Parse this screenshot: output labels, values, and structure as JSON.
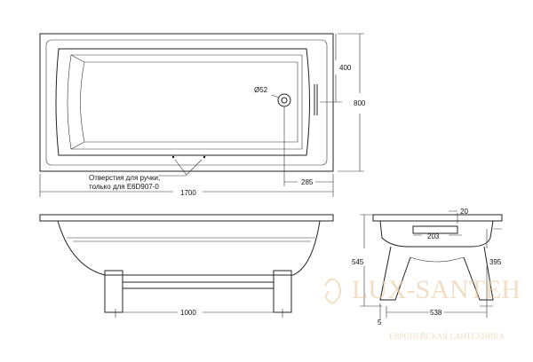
{
  "top_view": {
    "dim_length": "1700",
    "dim_width": "800",
    "dim_half_width": "400",
    "dim_drain_diameter": "Ø52",
    "dim_drain_offset": "285",
    "note_line1": "Отверстия для ручки,",
    "note_line2": "только для E6D907-0"
  },
  "side_view": {
    "dim_leg_spacing": "1000"
  },
  "end_view": {
    "dim_total_height": "545",
    "dim_inner_depth": "395",
    "dim_rim": "20",
    "dim_bottom_width": "203",
    "dim_leg_width": "538",
    "dim_gap": "5"
  },
  "watermark": {
    "brand": "LUX-SANTEH",
    "tagline": "ЕВРОПЕЙСКАЯ САНТЕХНИКА"
  }
}
